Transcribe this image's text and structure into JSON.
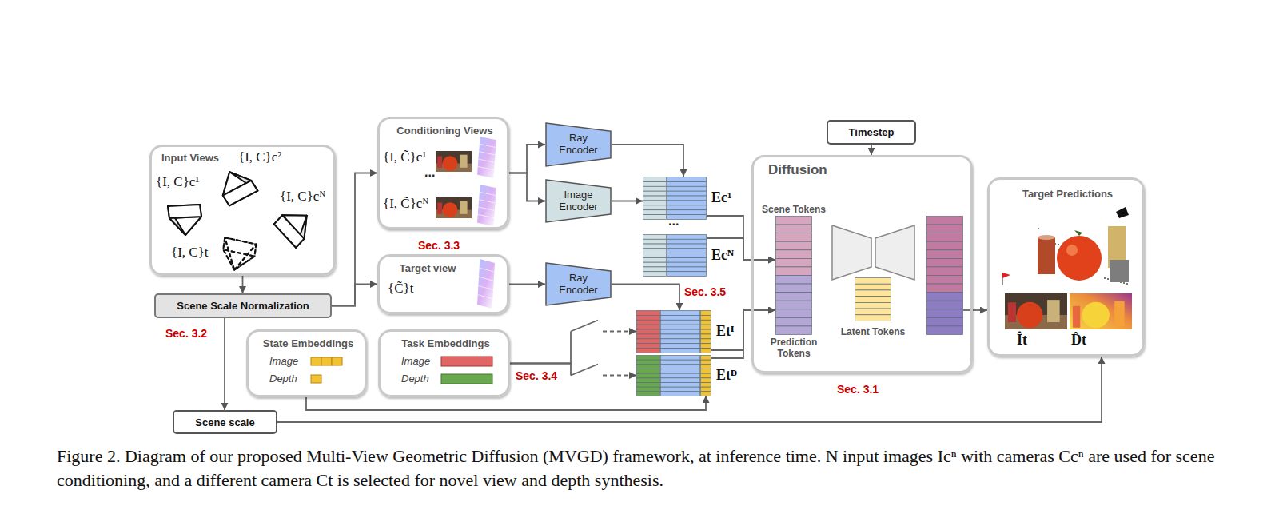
{
  "diagram": {
    "caption": "Figure 2. Diagram of our proposed Multi-View Geometric Diffusion (MVGD) framework, at inference time. N input images Icⁿ with cameras Ccⁿ are used for scene conditioning, and a different camera Ct is selected for novel view and depth synthesis.",
    "nodes": [
      {
        "text": [
          "Input Views",
          "{I, C}c²",
          "{I, C}c¹",
          "{I, C}cᴺ",
          "{I, C}t"
        ]
      },
      {
        "text": [
          "Scene Scale Normalization"
        ]
      },
      {
        "text": [
          "Conditioning Views",
          "{I, C̃}c¹",
          "...",
          "{I, C̃}cᴺ"
        ]
      },
      {
        "text": [
          "Target view",
          "{C̃}t"
        ]
      },
      {
        "text": [
          "Ray Encoder"
        ]
      },
      {
        "text": [
          "Image Encoder"
        ]
      },
      {
        "text": [
          "Ray Encoder"
        ]
      },
      {
        "text": [
          "State Embeddings",
          "Image",
          "Depth"
        ]
      },
      {
        "text": [
          "Task Embeddings",
          "Image",
          "Depth"
        ]
      },
      {
        "text": [
          "Scene scale"
        ]
      },
      {
        "text": [
          "Ec¹"
        ]
      },
      {
        "text": [
          "Ecᴺ"
        ]
      },
      {
        "text": [
          "Etᴵ"
        ]
      },
      {
        "text": [
          "Etᴰ"
        ]
      },
      {
        "text": [
          "Timestep"
        ]
      },
      {
        "text": [
          "Diffusion"
        ]
      },
      {
        "text": [
          "Scene Tokens",
          "Prediction Tokens"
        ],
        "in": 15
      },
      {
        "text": [
          "Latent Tokens"
        ],
        "in": 15
      },
      {
        "text": [
          "Target Predictions",
          "Ît",
          "D̂t"
        ]
      }
    ],
    "edges": [
      {
        "from": 0,
        "to": 1,
        "arrow": "to"
      },
      {
        "from": 1,
        "to": 2,
        "arrow": "to"
      },
      {
        "from": 1,
        "to": 3,
        "arrow": "to"
      },
      {
        "from": 1,
        "to": 9,
        "arrow": "to"
      },
      {
        "from": 2,
        "to": 4,
        "arrow": "to"
      },
      {
        "from": 2,
        "to": 5,
        "arrow": "to"
      },
      {
        "from": 3,
        "to": 6,
        "arrow": "to"
      },
      {
        "from": 4,
        "to": 10,
        "arrow": "to"
      },
      {
        "from": 5,
        "to": 10,
        "arrow": "to"
      },
      {
        "from": 6,
        "to": 12,
        "arrow": "to"
      },
      {
        "from": 8,
        "to": 12,
        "arrow": "to"
      },
      {
        "from": 8,
        "to": 13,
        "arrow": "to"
      },
      {
        "from": 7,
        "to": 13,
        "arrow": "to"
      },
      {
        "from": 10,
        "to": 16,
        "arrow": "to"
      },
      {
        "from": 11,
        "to": 16,
        "arrow": "to"
      },
      {
        "from": 12,
        "to": 16,
        "arrow": "to"
      },
      {
        "from": 13,
        "to": 16,
        "arrow": "to"
      },
      {
        "from": 14,
        "to": 15,
        "arrow": "to"
      },
      {
        "from": 15,
        "to": 18,
        "arrow": "to"
      },
      {
        "from": 9,
        "to": 18,
        "arrow": "to"
      }
    ],
    "labels": [
      "Sec. 3.3",
      "Sec. 3.2",
      "Sec. 3.5",
      "Sec. 3.4",
      "Sec. 3.1",
      "..."
    ]
  }
}
